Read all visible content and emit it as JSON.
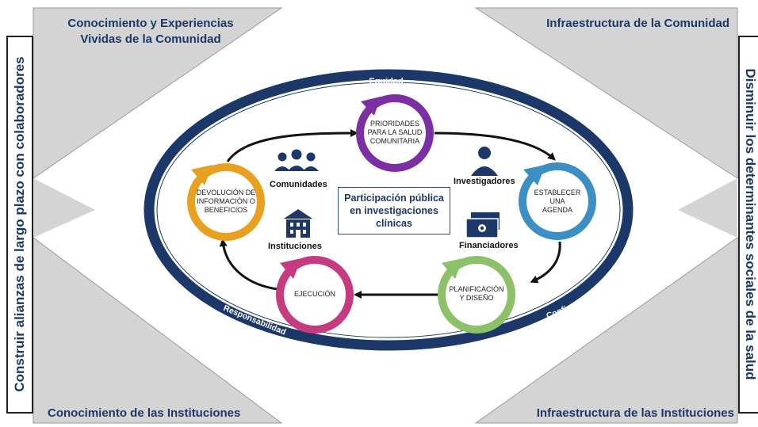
{
  "corners": {
    "top_left": "Conocimiento y Experiencias\nVividas de la Comunidad",
    "top_right": "Infraestructura de la Comunidad",
    "bottom_left": "Conocimiento de las Instituciones",
    "bottom_right": "Infraestructura de las Instituciones"
  },
  "sides": {
    "left": "Construir alianzas de largo plazo con colaboradores",
    "right": "Disminuir los determinantes sociales de la salud"
  },
  "ring_labels": {
    "top": "Equidad",
    "bottom_left": "Responsabilidad",
    "bottom_right": "Confianza"
  },
  "center": "Participación pública\nen investigaciones\nclínicas",
  "cycle": [
    {
      "id": "prioridades",
      "label": "PRIORIDADES\nPARA LA SALUD\nCOMUNITARIA",
      "color": "#7b2fa3"
    },
    {
      "id": "agenda",
      "label": "ESTABLECER\nUNA\nAGENDA",
      "color": "#3c8fc2"
    },
    {
      "id": "planificacion",
      "label": "PLANIFICACIÓN\nY DISEÑO",
      "color": "#8cc16a"
    },
    {
      "id": "ejecucion",
      "label": "EJECUCIÓN",
      "color": "#c63b80"
    },
    {
      "id": "devolucion",
      "label": "DEVOLUCIÓN DE\nINFORMACIÓN O\nBENEFICIOS",
      "color": "#e8a020"
    }
  ],
  "actors": {
    "comunidades": "Comunidades",
    "investigadores": "Investigadores",
    "instituciones": "Instituciones",
    "financiadores": "Financiadores"
  },
  "colors": {
    "navy": "#1b3869",
    "panel_gray": "#d4d4d4",
    "ring": "#1b3869"
  },
  "icons": {
    "comunidades": "group-people-icon",
    "investigadores": "person-icon",
    "instituciones": "building-icon",
    "financiadores": "money-bills-icon"
  }
}
